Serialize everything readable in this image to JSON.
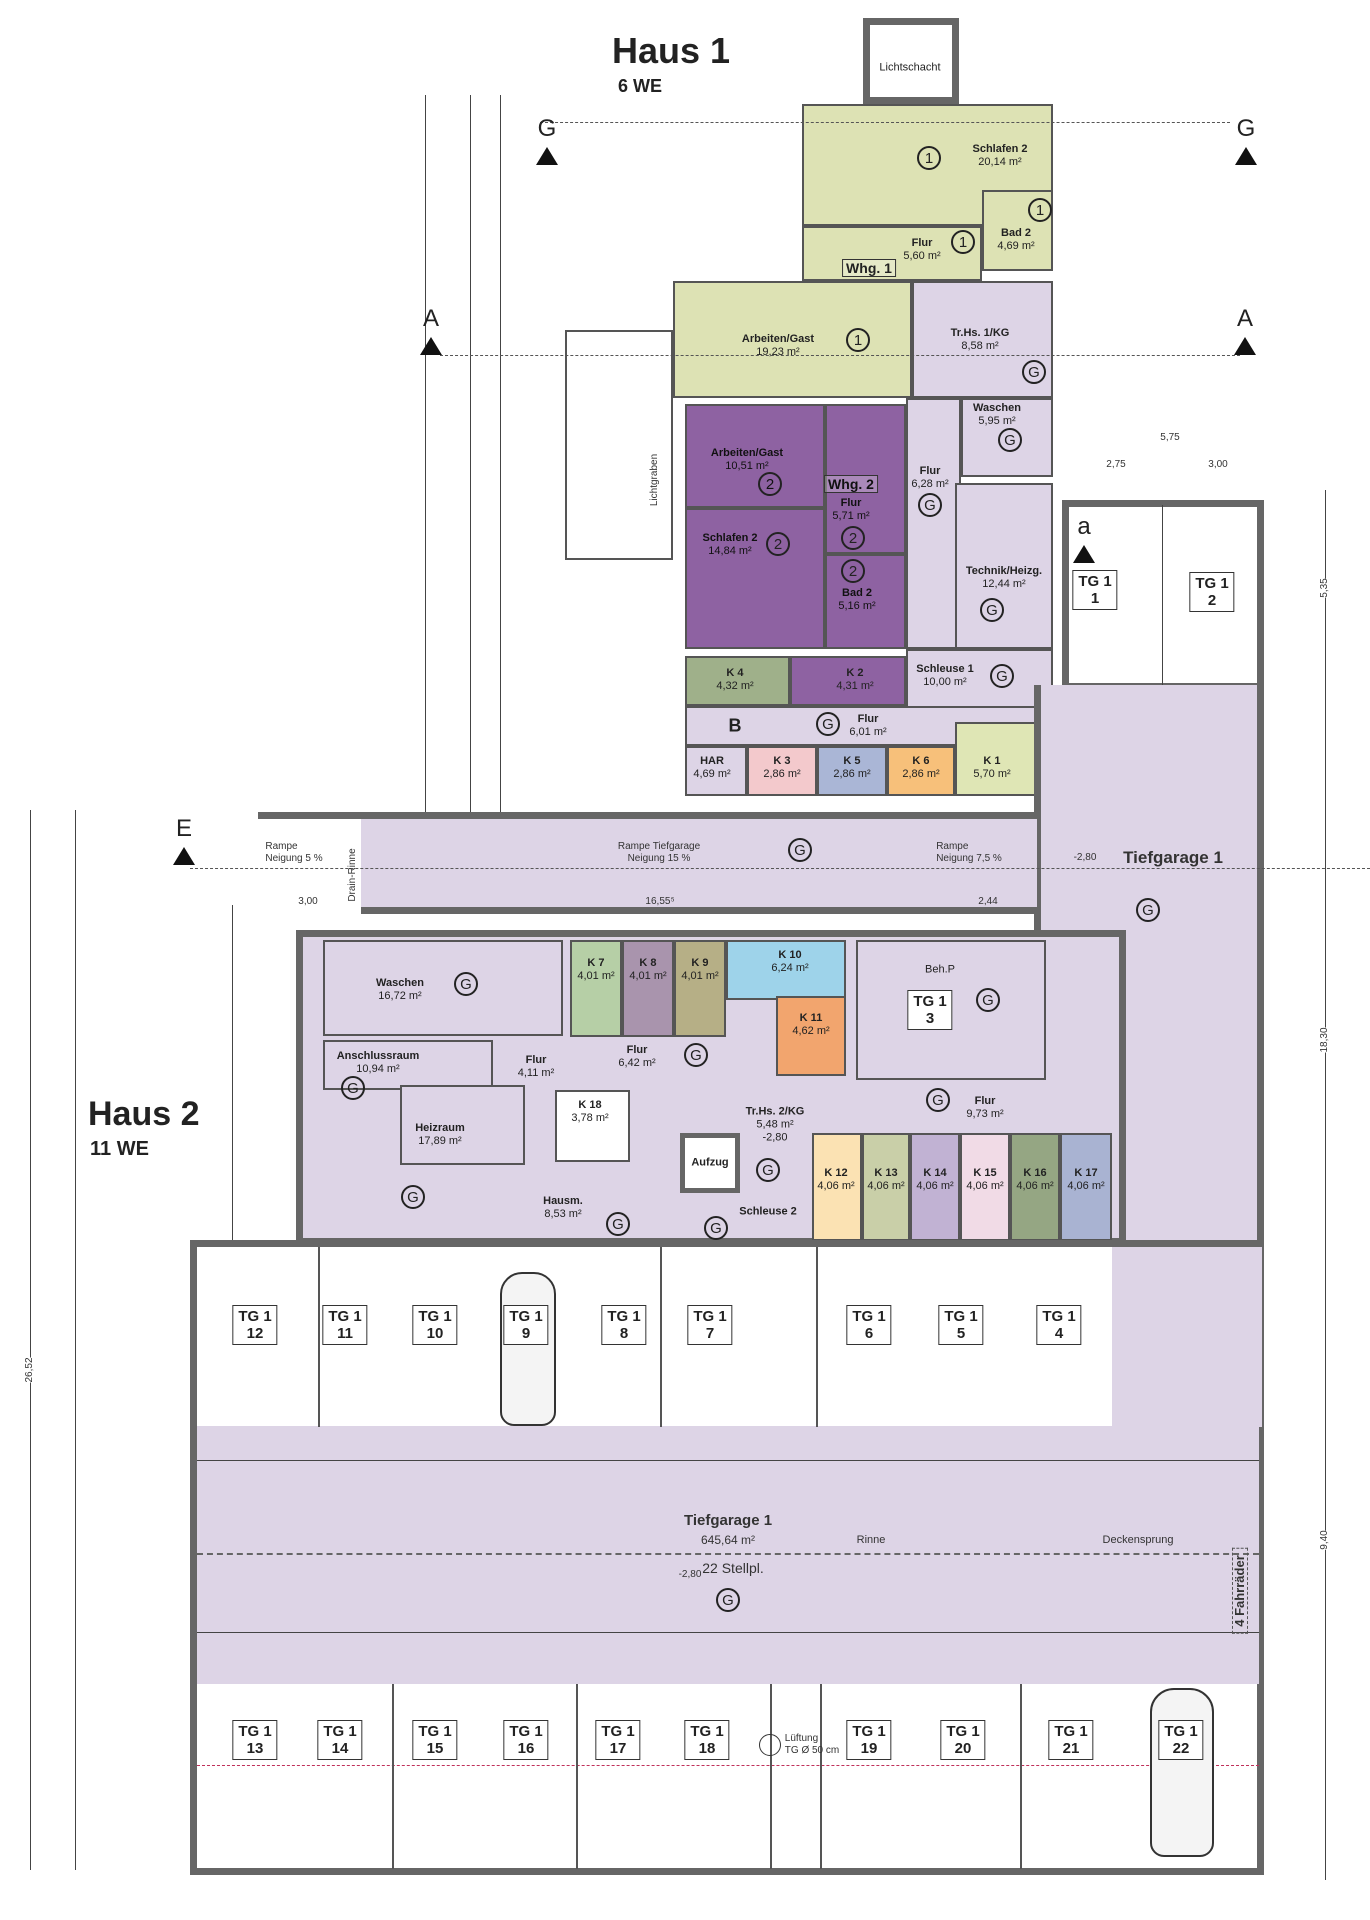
{
  "haus1": {
    "title": "Haus 1",
    "units": "6 WE"
  },
  "haus2": {
    "title": "Haus 2",
    "units": "11 WE"
  },
  "apartments": [
    "Whg. 1",
    "Whg. 2"
  ],
  "colors": {
    "lilac": "#ddd4e6",
    "whg1": "#dde2b4",
    "whg2": "#8e62a2",
    "wall": "#666666"
  },
  "rooms": [
    {
      "name": "Lichtschacht",
      "area": "",
      "marker": ""
    },
    {
      "name": "Schlafen 2",
      "area": "20,14 m²",
      "marker": "1"
    },
    {
      "name": "Flur",
      "area": "5,60 m²",
      "marker": "1"
    },
    {
      "name": "Bad 2",
      "area": "4,69 m²",
      "marker": "1"
    },
    {
      "name": "Arbeiten/Gast",
      "area": "19,23 m²",
      "marker": "1"
    },
    {
      "name": "Tr.Hs. 1/KG",
      "area": "8,58 m²",
      "marker": "G"
    },
    {
      "name": "Waschen",
      "area": "5,95 m²",
      "marker": "G"
    },
    {
      "name": "Arbeiten/Gast",
      "area": "10,51 m²",
      "marker": "2"
    },
    {
      "name": "Flur",
      "area": "5,71 m²",
      "marker": "2"
    },
    {
      "name": "Schlafen 2",
      "area": "14,84 m²",
      "marker": "2"
    },
    {
      "name": "Bad 2",
      "area": "5,16 m²",
      "marker": "2"
    },
    {
      "name": "Flur",
      "area": "6,28 m²",
      "marker": "G"
    },
    {
      "name": "Technik/Heizg.",
      "area": "12,44 m²",
      "marker": "G"
    },
    {
      "name": "K 4",
      "area": "4,32 m²",
      "marker": ""
    },
    {
      "name": "K 2",
      "area": "4,31 m²",
      "marker": ""
    },
    {
      "name": "Schleuse 1",
      "area": "10,00 m²",
      "marker": "G"
    },
    {
      "name": "Flur",
      "area": "6,01 m²",
      "marker": "G"
    },
    {
      "name": "HAR",
      "area": "4,69 m²",
      "marker": ""
    },
    {
      "name": "K 3",
      "area": "2,86 m²",
      "marker": ""
    },
    {
      "name": "K 5",
      "area": "2,86 m²",
      "marker": ""
    },
    {
      "name": "K 6",
      "area": "2,86 m²",
      "marker": ""
    },
    {
      "name": "K 1",
      "area": "5,70 m²",
      "marker": ""
    },
    {
      "name": "Waschen",
      "area": "16,72 m²",
      "marker": "G"
    },
    {
      "name": "K 7",
      "area": "4,01 m²",
      "marker": ""
    },
    {
      "name": "K 8",
      "area": "4,01 m²",
      "marker": ""
    },
    {
      "name": "K 9",
      "area": "4,01 m²",
      "marker": ""
    },
    {
      "name": "K 10",
      "area": "6,24 m²",
      "marker": ""
    },
    {
      "name": "K 11",
      "area": "4,62 m²",
      "marker": ""
    },
    {
      "name": "Anschlussraum",
      "area": "10,94 m²",
      "marker": "G"
    },
    {
      "name": "Flur",
      "area": "4,11 m²",
      "marker": ""
    },
    {
      "name": "Flur",
      "area": "6,42 m²",
      "marker": "G"
    },
    {
      "name": "Heizraum",
      "area": "17,89 m²",
      "marker": "G"
    },
    {
      "name": "K 18",
      "area": "3,78 m²",
      "marker": ""
    },
    {
      "name": "Tr.Hs. 2/KG",
      "area": "5,48 m²",
      "marker": "G"
    },
    {
      "name": "Aufzug",
      "area": "",
      "marker": ""
    },
    {
      "name": "Flur",
      "area": "9,73 m²",
      "marker": "G"
    },
    {
      "name": "K 12",
      "area": "4,06 m²",
      "marker": ""
    },
    {
      "name": "K 13",
      "area": "4,06 m²",
      "marker": ""
    },
    {
      "name": "K 14",
      "area": "4,06 m²",
      "marker": ""
    },
    {
      "name": "K 15",
      "area": "4,06 m²",
      "marker": ""
    },
    {
      "name": "K 16",
      "area": "4,06 m²",
      "marker": ""
    },
    {
      "name": "K 17",
      "area": "4,06 m²",
      "marker": ""
    },
    {
      "name": "Hausm.",
      "area": "8,53 m²",
      "marker": "G"
    },
    {
      "name": "Schleuse 2",
      "area": "",
      "marker": "G"
    },
    {
      "name": "Beh.P",
      "area": "",
      "marker": "G"
    }
  ],
  "garage": {
    "name": "Tiefgarage 1",
    "area": "645,64 m²",
    "spaces": "22 Stellpl.",
    "level": "-2,80",
    "marker": "G",
    "rinne": "Rinne",
    "deckensprung": "Deckensprung",
    "bikes": "4 Fahrräder",
    "vent": "Lüftung",
    "vent2": "TG Ø 50 cm",
    "ramp1": "Rampe",
    "ramp1b": "Neigung 5 %",
    "ramp2": "Rampe Tiefgarage",
    "ramp2b": "Neigung 15 %",
    "ramp3": "Rampe",
    "ramp3b": "Neigung 7,5 %",
    "drain": "Drain-Rinne",
    "label_top": "Tiefgarage 1",
    "lichtgraben": "Lichtgraben",
    "stair_level": "-2,80"
  },
  "parking_prefix": "TG 1",
  "parking": [
    "1",
    "2",
    "3",
    "4",
    "5",
    "6",
    "7",
    "8",
    "9",
    "10",
    "11",
    "12",
    "13",
    "14",
    "15",
    "16",
    "17",
    "18",
    "19",
    "20",
    "21",
    "22"
  ],
  "sections": {
    "g": "G",
    "a": "A",
    "e": "E",
    "a_small": "a",
    "b": "B"
  },
  "dims": {
    "d1": "16,55⁵",
    "d2": "3,00",
    "d3": "2,44",
    "d4": "18,30",
    "d5": "9,40",
    "d6": "5,35",
    "d7": "26,52",
    "d8": "5,75",
    "d9": "2,75",
    "d10": "3,00"
  }
}
